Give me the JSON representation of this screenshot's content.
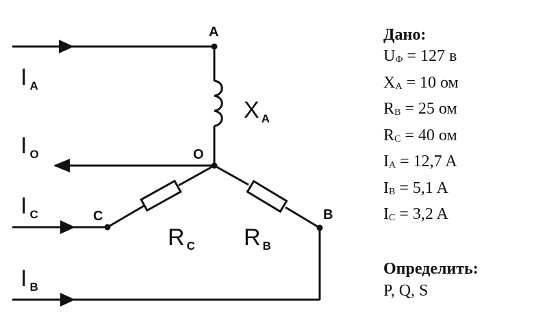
{
  "nodes": {
    "A": "A",
    "O": "O",
    "C": "C",
    "B": "B"
  },
  "currents": [
    {
      "main": "I",
      "sub": "A"
    },
    {
      "main": "I",
      "sub": "O"
    },
    {
      "main": "I",
      "sub": "C"
    },
    {
      "main": "I",
      "sub": "B"
    }
  ],
  "elements": {
    "inductor": {
      "main": "X",
      "sub": "A"
    },
    "resistor_c": {
      "main": "R",
      "sub": "C"
    },
    "resistor_b": {
      "main": "R",
      "sub": "B"
    }
  },
  "given": {
    "heading": "Дано:",
    "items": [
      {
        "sym": "U",
        "sub": "Ф",
        "value": " = 127 в"
      },
      {
        "sym": "X",
        "sub": "A",
        "value": " = 10 ом"
      },
      {
        "sym": "R",
        "sub": "B",
        "value": " = 25 ом"
      },
      {
        "sym": "R",
        "sub": "C",
        "value": " = 40 ом"
      },
      {
        "sym": "I",
        "sub": "A",
        "value": " = 12,7 A"
      },
      {
        "sym": "I",
        "sub": "B",
        "value": " = 5,1 A"
      },
      {
        "sym": "I",
        "sub": "C",
        "value": " = 3,2 A"
      }
    ]
  },
  "find": {
    "heading": "Определить:",
    "value": "P, Q, S"
  }
}
